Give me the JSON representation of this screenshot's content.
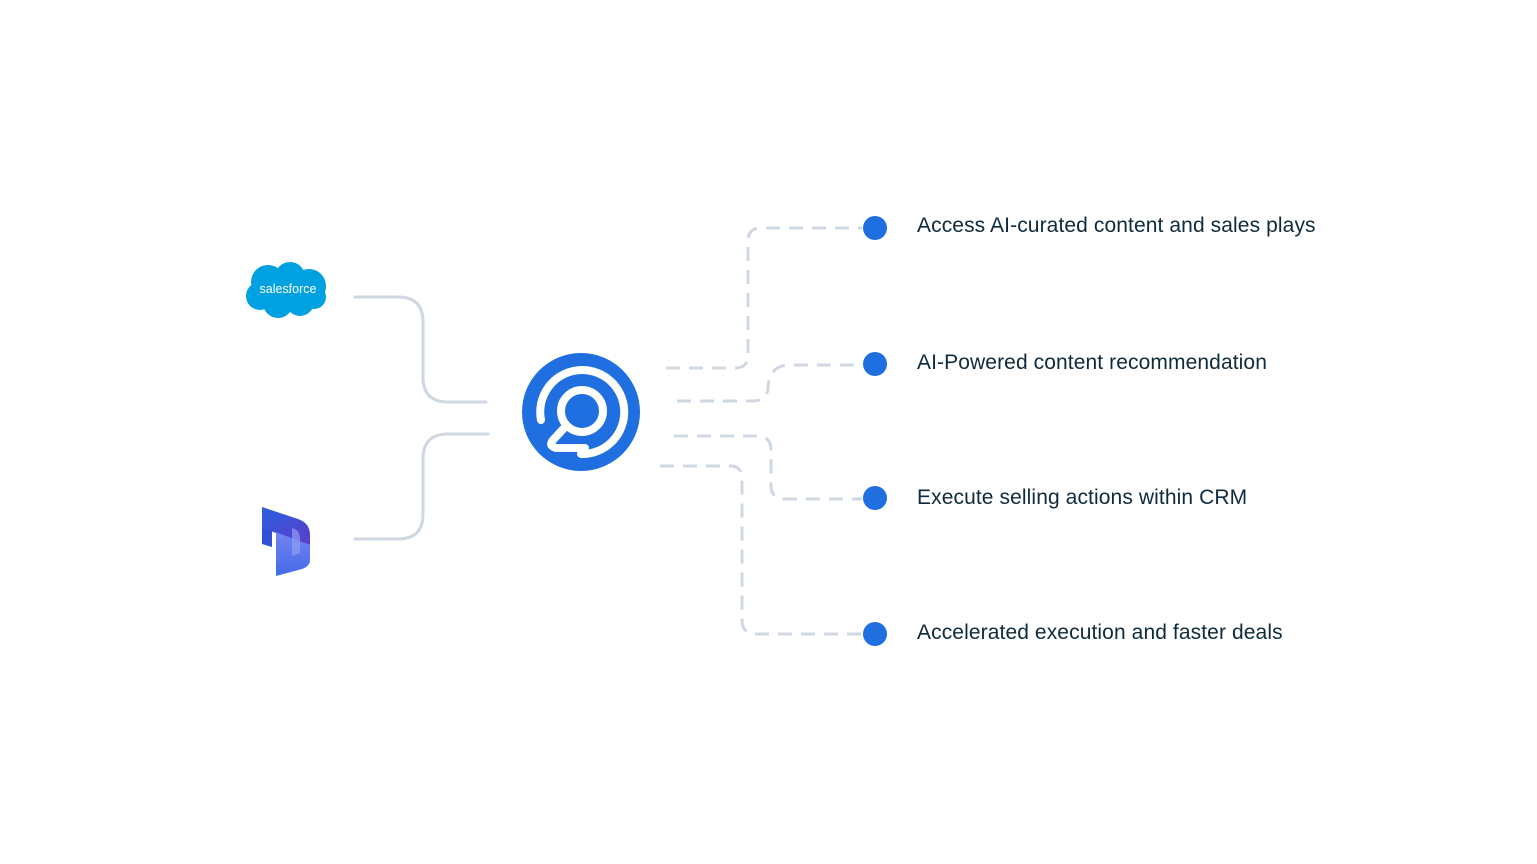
{
  "diagram": {
    "sources": [
      {
        "name": "Salesforce",
        "logo_text": "salesforce",
        "icon": "salesforce-cloud-icon",
        "color": "#00A1E0"
      },
      {
        "name": "Microsoft Dynamics",
        "icon": "dynamics-365-icon",
        "color": "#4b4fd9"
      }
    ],
    "hub": {
      "name": "Seismic",
      "icon": "seismic-logo-icon",
      "color": "#1f6fe0"
    },
    "outcomes": [
      {
        "label": "Access AI-curated content and sales plays"
      },
      {
        "label": "AI-Powered content recommendation"
      },
      {
        "label": "Execute selling actions within CRM"
      },
      {
        "label": "Accelerated execution and faster deals"
      }
    ],
    "colors": {
      "accent": "#1f6fe0",
      "connector": "#cfd8e2",
      "text": "#0f2a3d"
    }
  }
}
